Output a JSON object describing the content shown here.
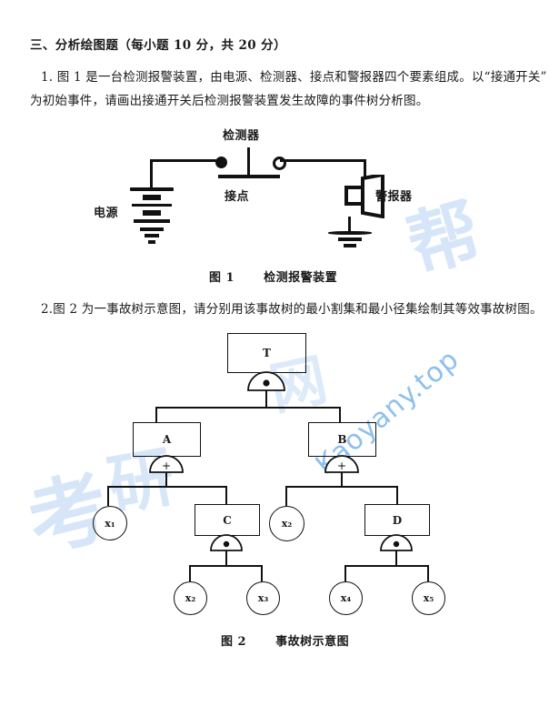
{
  "document": {
    "section_heading": "三、分析绘图题（每小题 10 分，共 20 分）",
    "question1_line1": "1. 图 1 是一台检测报警装置，由电源、检测器、接点和警报器四个要素组成。以“接通开关”",
    "question1_line2": "为初始事件，请画出接通开关后检测报警装置发生故障的事件树分析图。",
    "question2": "2.图 2 为一事故树示意图，请分别用该事故树的最小割集和最小径集绘制其等效事故树图。",
    "figure1_caption_num": "图 1",
    "figure1_caption_text": "检测报警装置",
    "figure2_caption_num": "图 2",
    "figure2_caption_text": "事故树示意图"
  },
  "figure1": {
    "labels": {
      "detector": "检测器",
      "contact": "接点",
      "power": "电源",
      "alarm": "警报器"
    }
  },
  "figure2": {
    "nodes": {
      "top": "T",
      "a": "A",
      "b": "B",
      "c": "C",
      "d": "D"
    },
    "gates": {
      "top_gate": "•",
      "a_gate": "+",
      "b_gate": "+",
      "c_gate": "•",
      "d_gate": "•"
    },
    "leaves": {
      "x1": "x₁",
      "x2_left": "x₂",
      "x2_under_c": "x₂",
      "x3": "x₃",
      "x4": "x₄",
      "x5": "x₅"
    }
  },
  "watermark": {
    "url": "Kaoyany.top",
    "calligraphy_1": "考",
    "calligraphy_2": "研",
    "calligraphy_3": "帮",
    "calligraphy_4": "网",
    "color": "#8ec0ee"
  }
}
